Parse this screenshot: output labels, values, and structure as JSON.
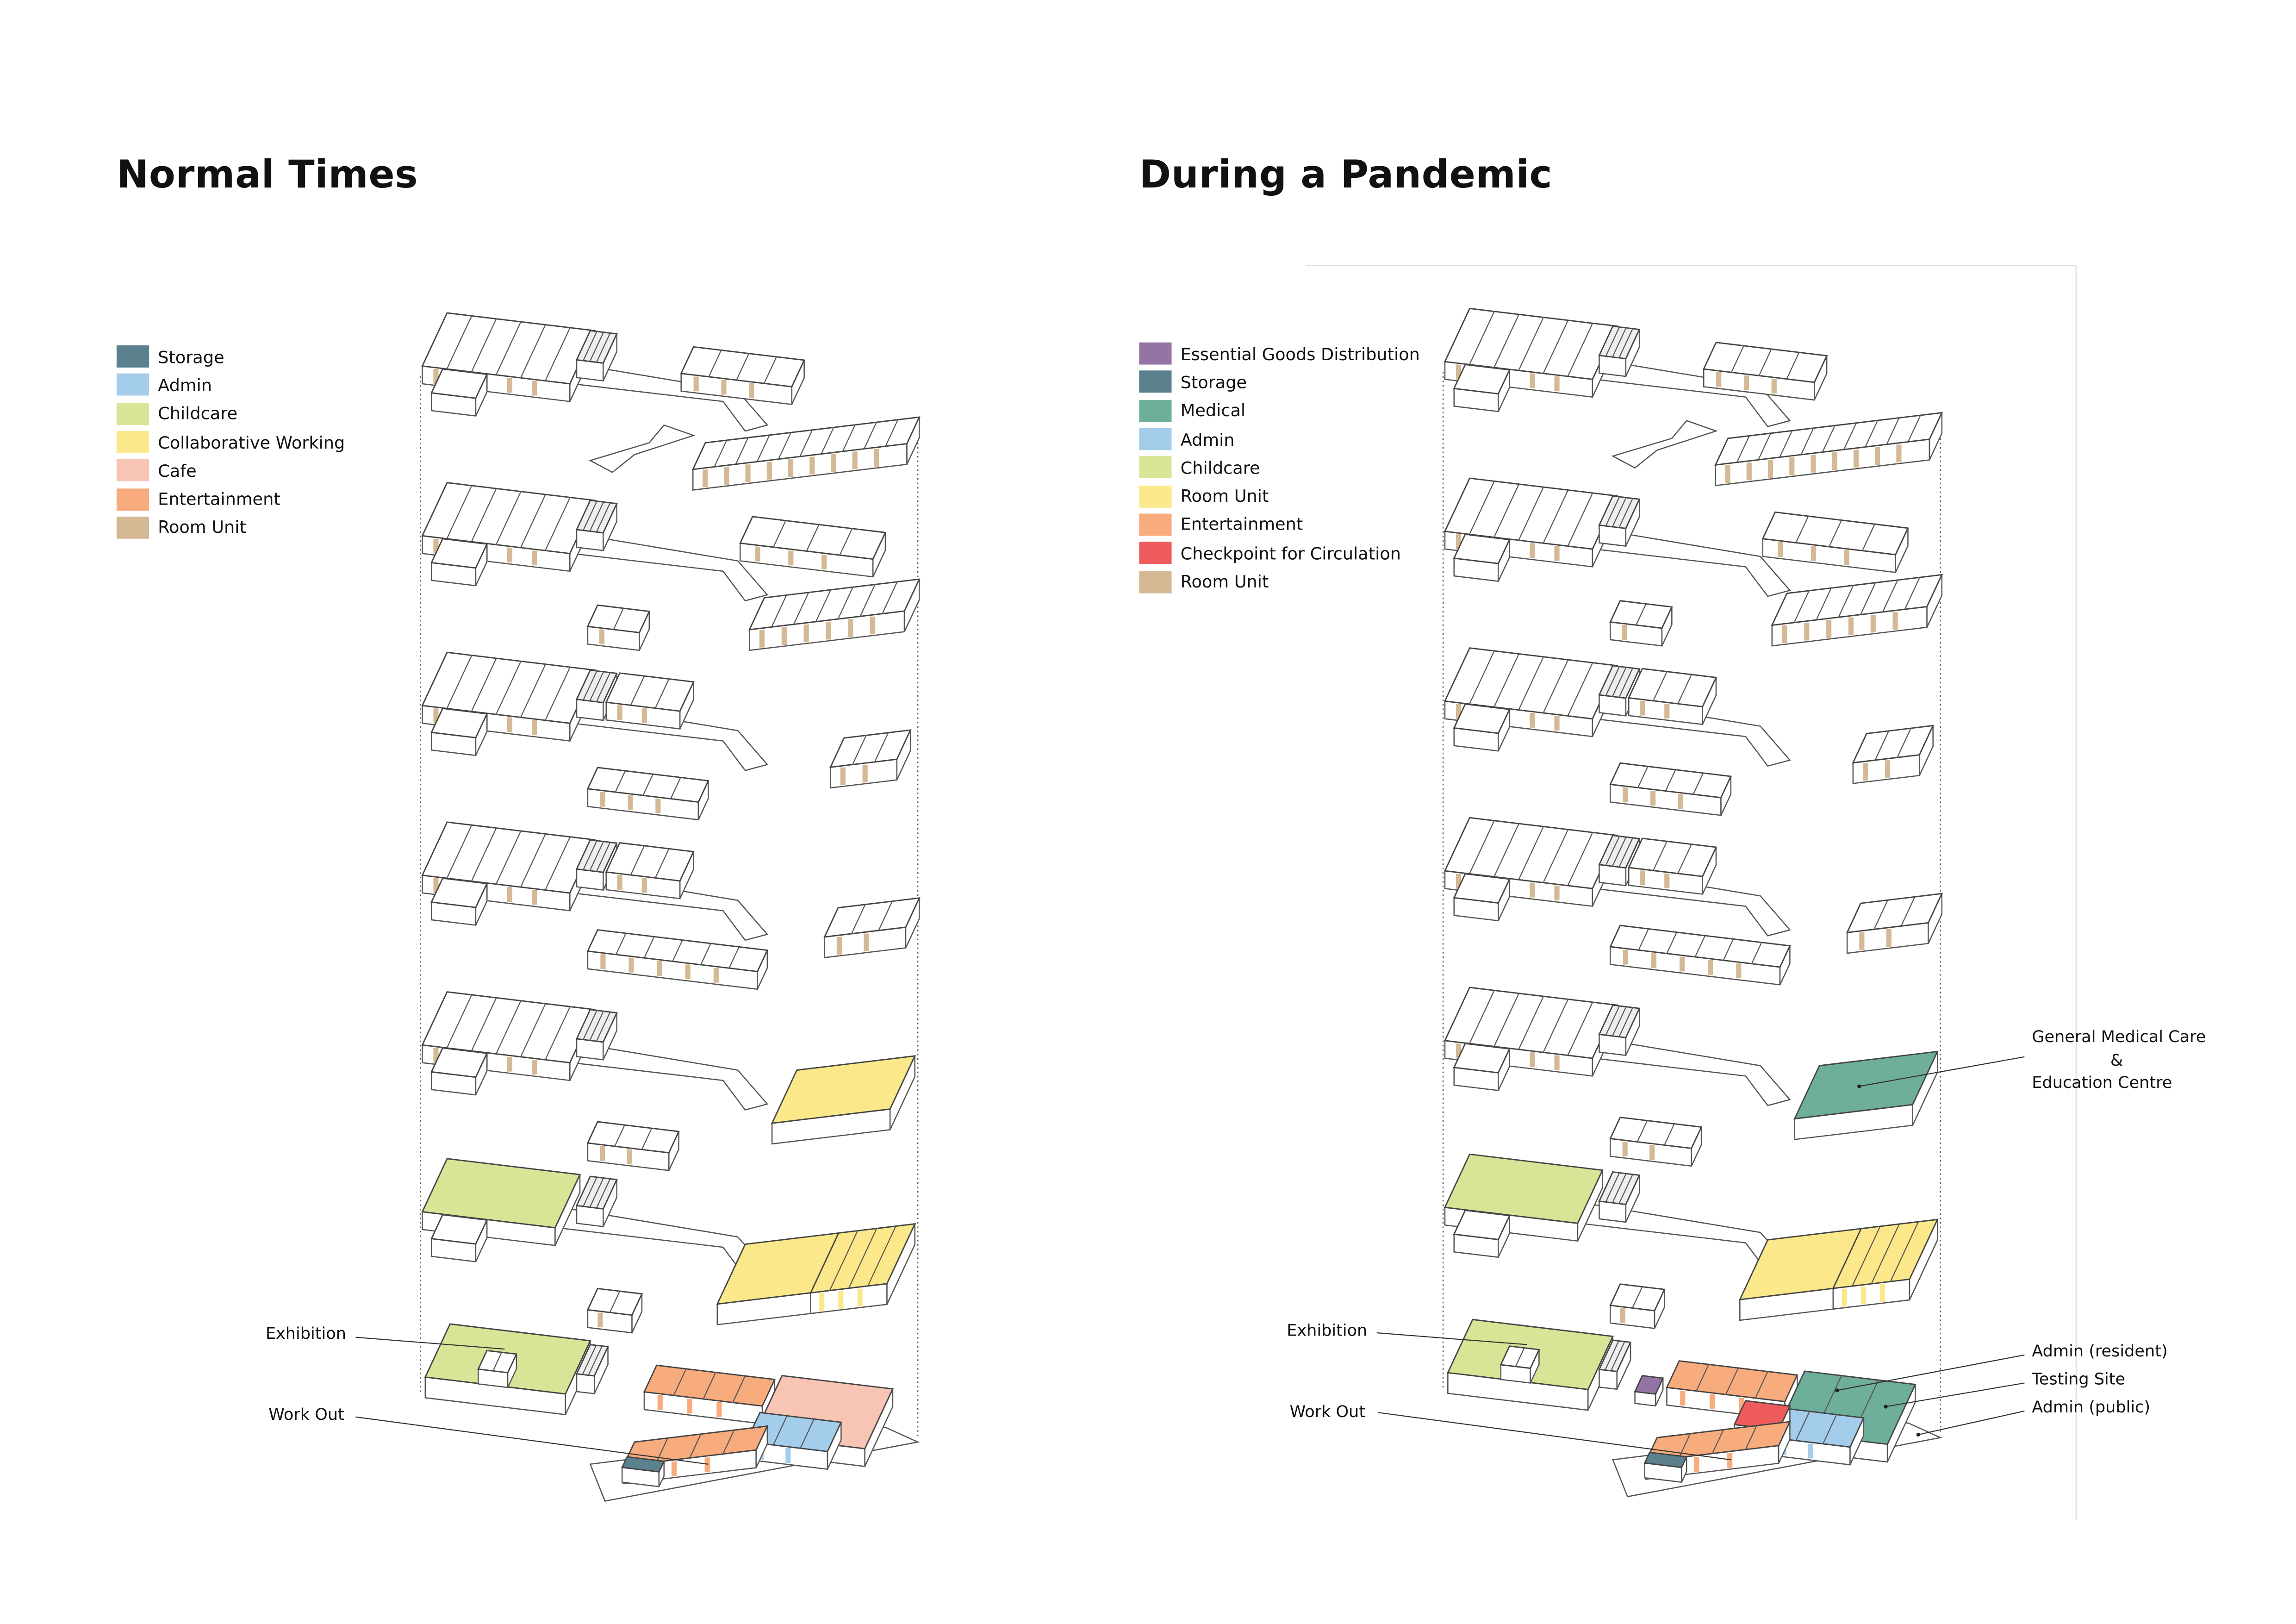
{
  "left_panel": {
    "title": "Normal Times",
    "legend": [
      {
        "label": "Storage",
        "color": "#5b818e"
      },
      {
        "label": "Admin",
        "color": "#a3cdea"
      },
      {
        "label": "Childcare",
        "color": "#d7e597"
      },
      {
        "label": "Collaborative Working",
        "color": "#fbe88a"
      },
      {
        "label": "Cafe",
        "color": "#f8c4b3"
      },
      {
        "label": "Entertainment",
        "color": "#f8ab7c"
      },
      {
        "label": "Room Unit",
        "color": "#d4b994"
      }
    ],
    "annotations": {
      "exhibition": "Exhibition",
      "work_out": "Work Out"
    }
  },
  "right_panel": {
    "title": "During a Pandemic",
    "legend": [
      {
        "label": "Essential Goods Distribution",
        "color": "#9574a5"
      },
      {
        "label": "Storage",
        "color": "#5b818e"
      },
      {
        "label": "Medical",
        "color": "#6eaf9c"
      },
      {
        "label": "Admin",
        "color": "#a3cdea"
      },
      {
        "label": "Childcare",
        "color": "#d7e597"
      },
      {
        "label": "Room Unit",
        "color": "#fbe88a"
      },
      {
        "label": "Entertainment",
        "color": "#f8ab7c"
      },
      {
        "label": "Checkpoint for Circulation",
        "color": "#ef5b5c"
      },
      {
        "label": "Room Unit",
        "color": "#d4b994"
      }
    ],
    "annotations": {
      "exhibition": "Exhibition",
      "work_out": "Work Out",
      "medical_line1": "General Medical Care",
      "medical_line2": "&",
      "medical_line3": "Education Centre",
      "admin_resident": "Admin (resident)",
      "testing_site": "Testing Site",
      "admin_public": "Admin (public)"
    }
  }
}
